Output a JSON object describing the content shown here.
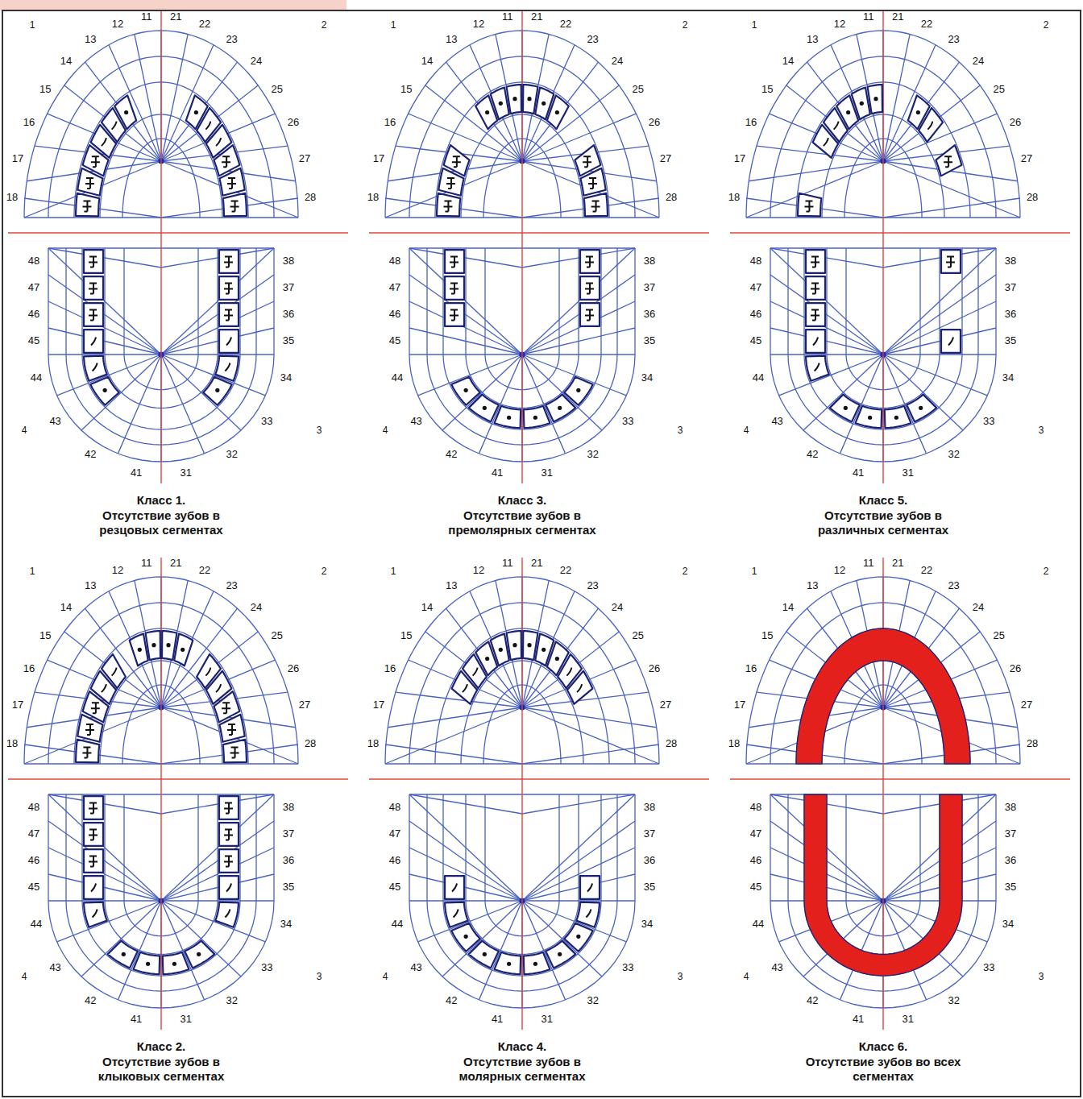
{
  "diagram": {
    "labels": [
      "1",
      "2",
      "18",
      "17",
      "16",
      "15",
      "14",
      "13",
      "12",
      "11",
      "21",
      "22",
      "23",
      "24",
      "25",
      "26",
      "27",
      "28",
      "48",
      "47",
      "46",
      "45",
      "44",
      "43",
      "42",
      "41",
      "31",
      "32",
      "33",
      "34",
      "35",
      "36",
      "37",
      "38",
      "4",
      "3",
      "Класс 1.",
      "Отсутствие зубов в резцовых сегментах",
      "1",
      "2",
      "18",
      "17",
      "16",
      "15",
      "14",
      "13",
      "12",
      "11",
      "21",
      "22",
      "23",
      "24",
      "25",
      "26",
      "27",
      "28",
      "48",
      "47",
      "46",
      "45",
      "44",
      "43",
      "42",
      "41",
      "31",
      "32",
      "33",
      "34",
      "35",
      "36",
      "37",
      "38",
      "4",
      "3",
      "Класс 3.",
      "Отсутствие зубов в премолярных сегментах",
      "1",
      "2",
      "18",
      "17",
      "16",
      "15",
      "14",
      "13",
      "12",
      "11",
      "21",
      "22",
      "23",
      "24",
      "25",
      "26",
      "27",
      "28",
      "48",
      "47",
      "46",
      "45",
      "44",
      "43",
      "42",
      "41",
      "31",
      "32",
      "33",
      "34",
      "35",
      "36",
      "37",
      "38",
      "4",
      "3",
      "Класс 5.",
      "Отсутствие зубов в различных сегментах",
      "1",
      "2",
      "18",
      "17",
      "16",
      "15",
      "14",
      "13",
      "12",
      "11",
      "21",
      "22",
      "23",
      "24",
      "25",
      "26",
      "27",
      "28",
      "48",
      "47",
      "46",
      "45",
      "44",
      "43",
      "42",
      "41",
      "31",
      "32",
      "33",
      "34",
      "35",
      "36",
      "37",
      "38",
      "4",
      "3",
      "Класс 2.",
      "Отсутствие зубов в клыковых сегментах",
      "1",
      "2",
      "18",
      "17",
      "16",
      "15",
      "14",
      "13",
      "12",
      "11",
      "21",
      "22",
      "23",
      "24",
      "25",
      "26",
      "27",
      "28",
      "48",
      "47",
      "46",
      "45",
      "44",
      "43",
      "42",
      "41",
      "31",
      "32",
      "33",
      "34",
      "35",
      "36",
      "37",
      "38",
      "4",
      "3",
      "Класс 4.",
      "Отсутствие зубов в молярных сегментах",
      "1",
      "2",
      "18",
      "17",
      "16",
      "15",
      "14",
      "13",
      "12",
      "11",
      "21",
      "22",
      "23",
      "24",
      "25",
      "26",
      "27",
      "28",
      "48",
      "47",
      "46",
      "45",
      "44",
      "43",
      "42",
      "41",
      "31",
      "32",
      "33",
      "34",
      "35",
      "36",
      "37",
      "38",
      "4",
      "3",
      "Класс 6.",
      "Отсутствие зубов во всех сегментах"
    ]
  }
}
